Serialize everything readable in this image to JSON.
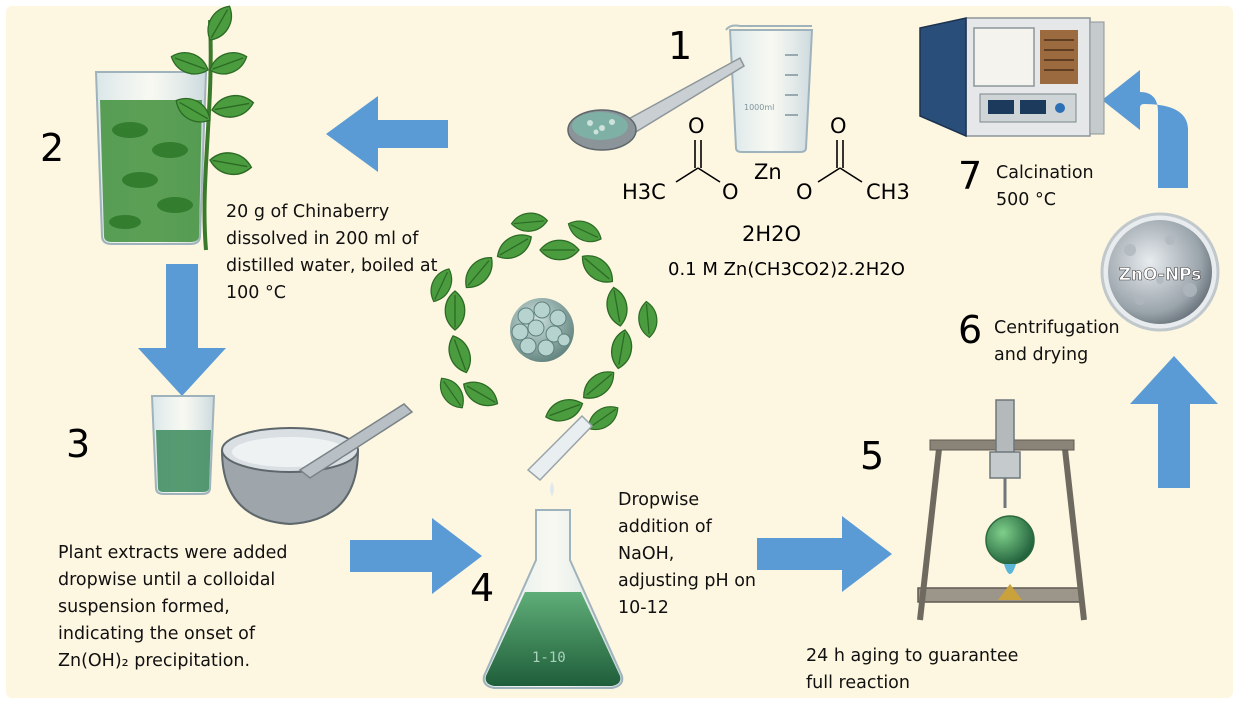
{
  "steps": {
    "s1": {
      "number": "1"
    },
    "s2": {
      "number": "2",
      "text": [
        "20 g of Chinaberry",
        "dissolved in 200 ml of",
        "distilled water, boiled at",
        "100 °C"
      ]
    },
    "s3": {
      "number": "3",
      "text": [
        "Plant extracts were added",
        "dropwise until a colloidal",
        "suspension formed,",
        "indicating the onset of",
        "Zn(OH)₂ precipitation."
      ]
    },
    "s4": {
      "number": "4",
      "text": [
        "Dropwise",
        "addition of",
        "NaOH,",
        "adjusting pH on",
        "10-12"
      ]
    },
    "s5": {
      "number": "5",
      "text": [
        "24 h aging to guarantee",
        "full reaction"
      ]
    },
    "s6": {
      "number": "6",
      "text": [
        "Centrifugation",
        "and drying"
      ]
    },
    "s7": {
      "number": "7",
      "text": [
        "Calcination",
        "500 °C"
      ]
    }
  },
  "chemistry": {
    "zn": "Zn",
    "left_o_single": "O",
    "left_o_double": "O",
    "right_o_single": "O",
    "right_o_double": "O",
    "left_ch3": "H3C",
    "right_ch3": "CH3",
    "hydrate": "2H2O",
    "formula": "0.1 M Zn(CH3CO2)2.2H2O"
  },
  "images": {
    "beaker_label": "1000ml",
    "flask_label": "1-10",
    "pellet_label": "ZnO-NPs"
  },
  "colors": {
    "arrow": "#5b9bd5",
    "panel": "#fdf6e1",
    "leaf": "#3f8f3a",
    "liquid": "#3a8a5c"
  }
}
